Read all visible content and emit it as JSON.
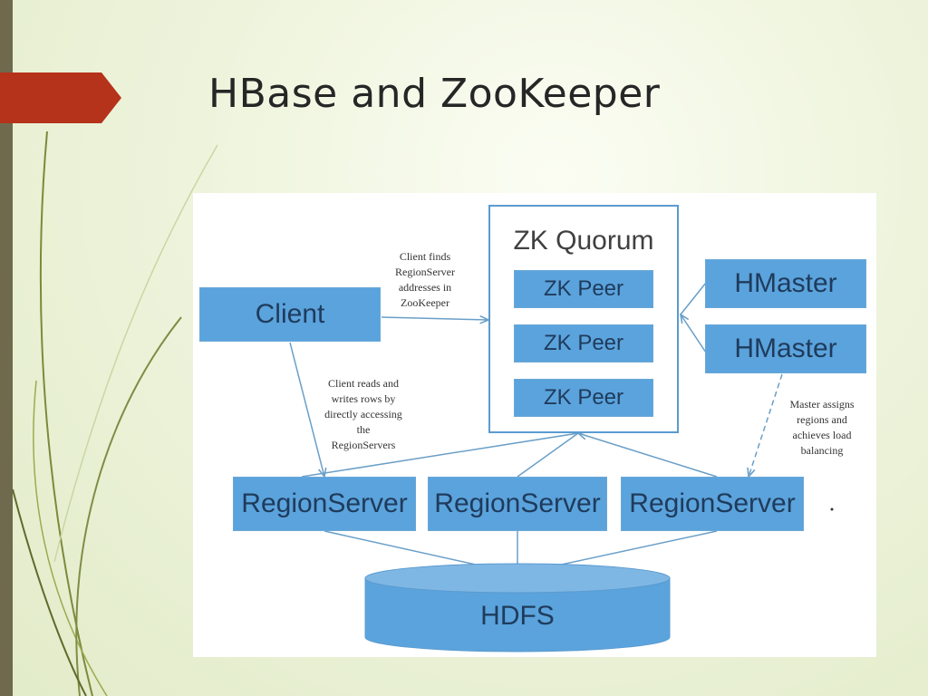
{
  "slide": {
    "title": "HBase and ZooKeeper"
  },
  "diagram": {
    "client": {
      "label": "Client"
    },
    "zk_quorum": {
      "title": "ZK Quorum",
      "peers": [
        {
          "label": "ZK Peer"
        },
        {
          "label": "ZK Peer"
        },
        {
          "label": "ZK Peer"
        }
      ]
    },
    "hmasters": [
      {
        "label": "HMaster"
      },
      {
        "label": "HMaster"
      }
    ],
    "region_servers": [
      {
        "label": "RegionServer"
      },
      {
        "label": "RegionServer"
      },
      {
        "label": "RegionServer"
      }
    ],
    "hdfs": {
      "label": "HDFS"
    },
    "notes": {
      "client_finds": "Client finds\nRegionServer\naddresses in\nZooKeeper",
      "client_reads": "Client reads and\nwrites rows by\ndirectly accessing\nthe\nRegionServers",
      "master_assigns": "Master assigns\nregions and\nachieves load\nbalancing"
    },
    "colors": {
      "box_fill": "#5ba3dc",
      "box_text": "#1f3b5c",
      "arrow": "#6a9fc8",
      "title_arrow": "#b5321b"
    }
  }
}
